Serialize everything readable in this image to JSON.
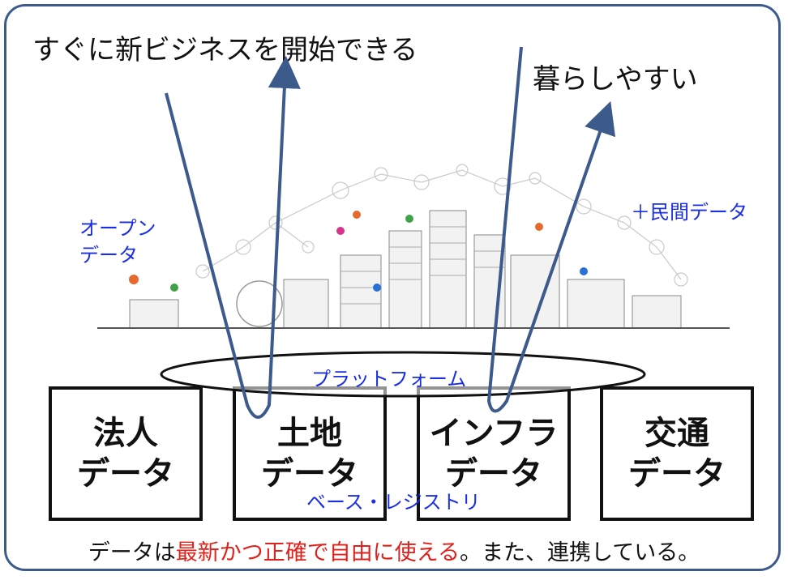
{
  "headline_left": "すぐに新ビジネスを開始できる",
  "headline_right": "暮らしやすい",
  "label_open_data": [
    "オープン",
    "データ"
  ],
  "label_private_data": "＋民間データ",
  "label_platform": "プラットフォーム",
  "label_base_registry": "ベース・レジストリ",
  "boxes": [
    {
      "line1": "法人",
      "line2": "データ"
    },
    {
      "line1": "土地",
      "line2": "データ"
    },
    {
      "line1": "インフラ",
      "line2": "データ"
    },
    {
      "line1": "交通",
      "line2": "データ"
    }
  ],
  "caption": {
    "pre": "データは",
    "highlight": "最新かつ正確で自由に使える",
    "post": "。また、連携している。"
  },
  "colors": {
    "frame": "#3c5a8c",
    "arrow": "#3c5a8c",
    "label_blue": "#1a2ee6",
    "highlight_red": "#e0201a"
  }
}
